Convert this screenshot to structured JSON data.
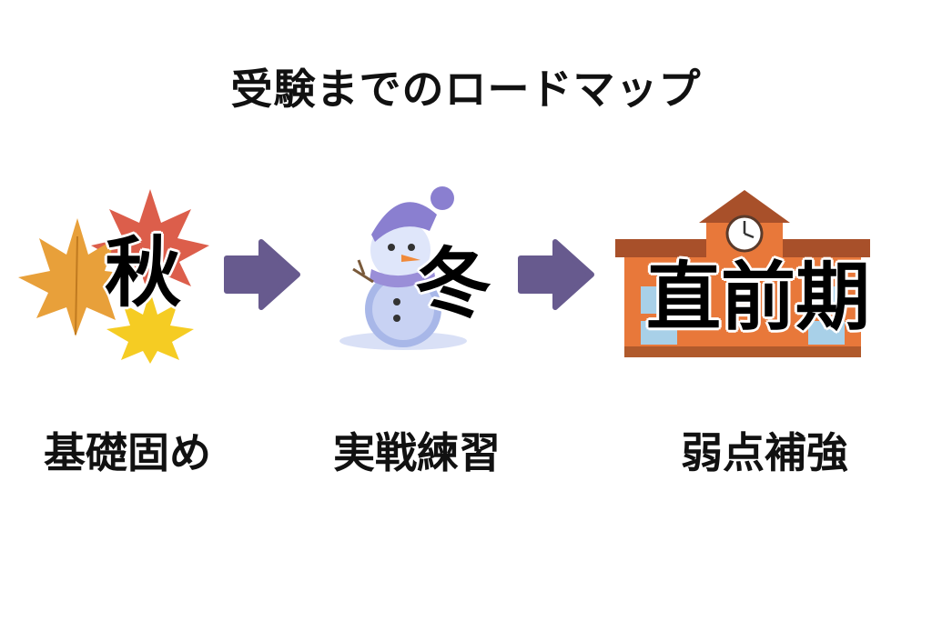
{
  "title": "受験までのロードマップ",
  "stages": [
    {
      "season": "秋",
      "caption": "基礎固め",
      "icon": "maple-leaves-icon"
    },
    {
      "season": "冬",
      "caption": "実戦練習",
      "icon": "snowman-icon"
    },
    {
      "season": "直前期",
      "caption": "弱点補強",
      "icon": "school-building-icon"
    }
  ],
  "colors": {
    "arrow": "#675a8e",
    "leaf_orange": "#e8a03a",
    "leaf_red": "#d9503c",
    "leaf_yellow": "#f5cc23",
    "school_orange": "#e8783a",
    "snow_blue": "#8fa3e0"
  }
}
